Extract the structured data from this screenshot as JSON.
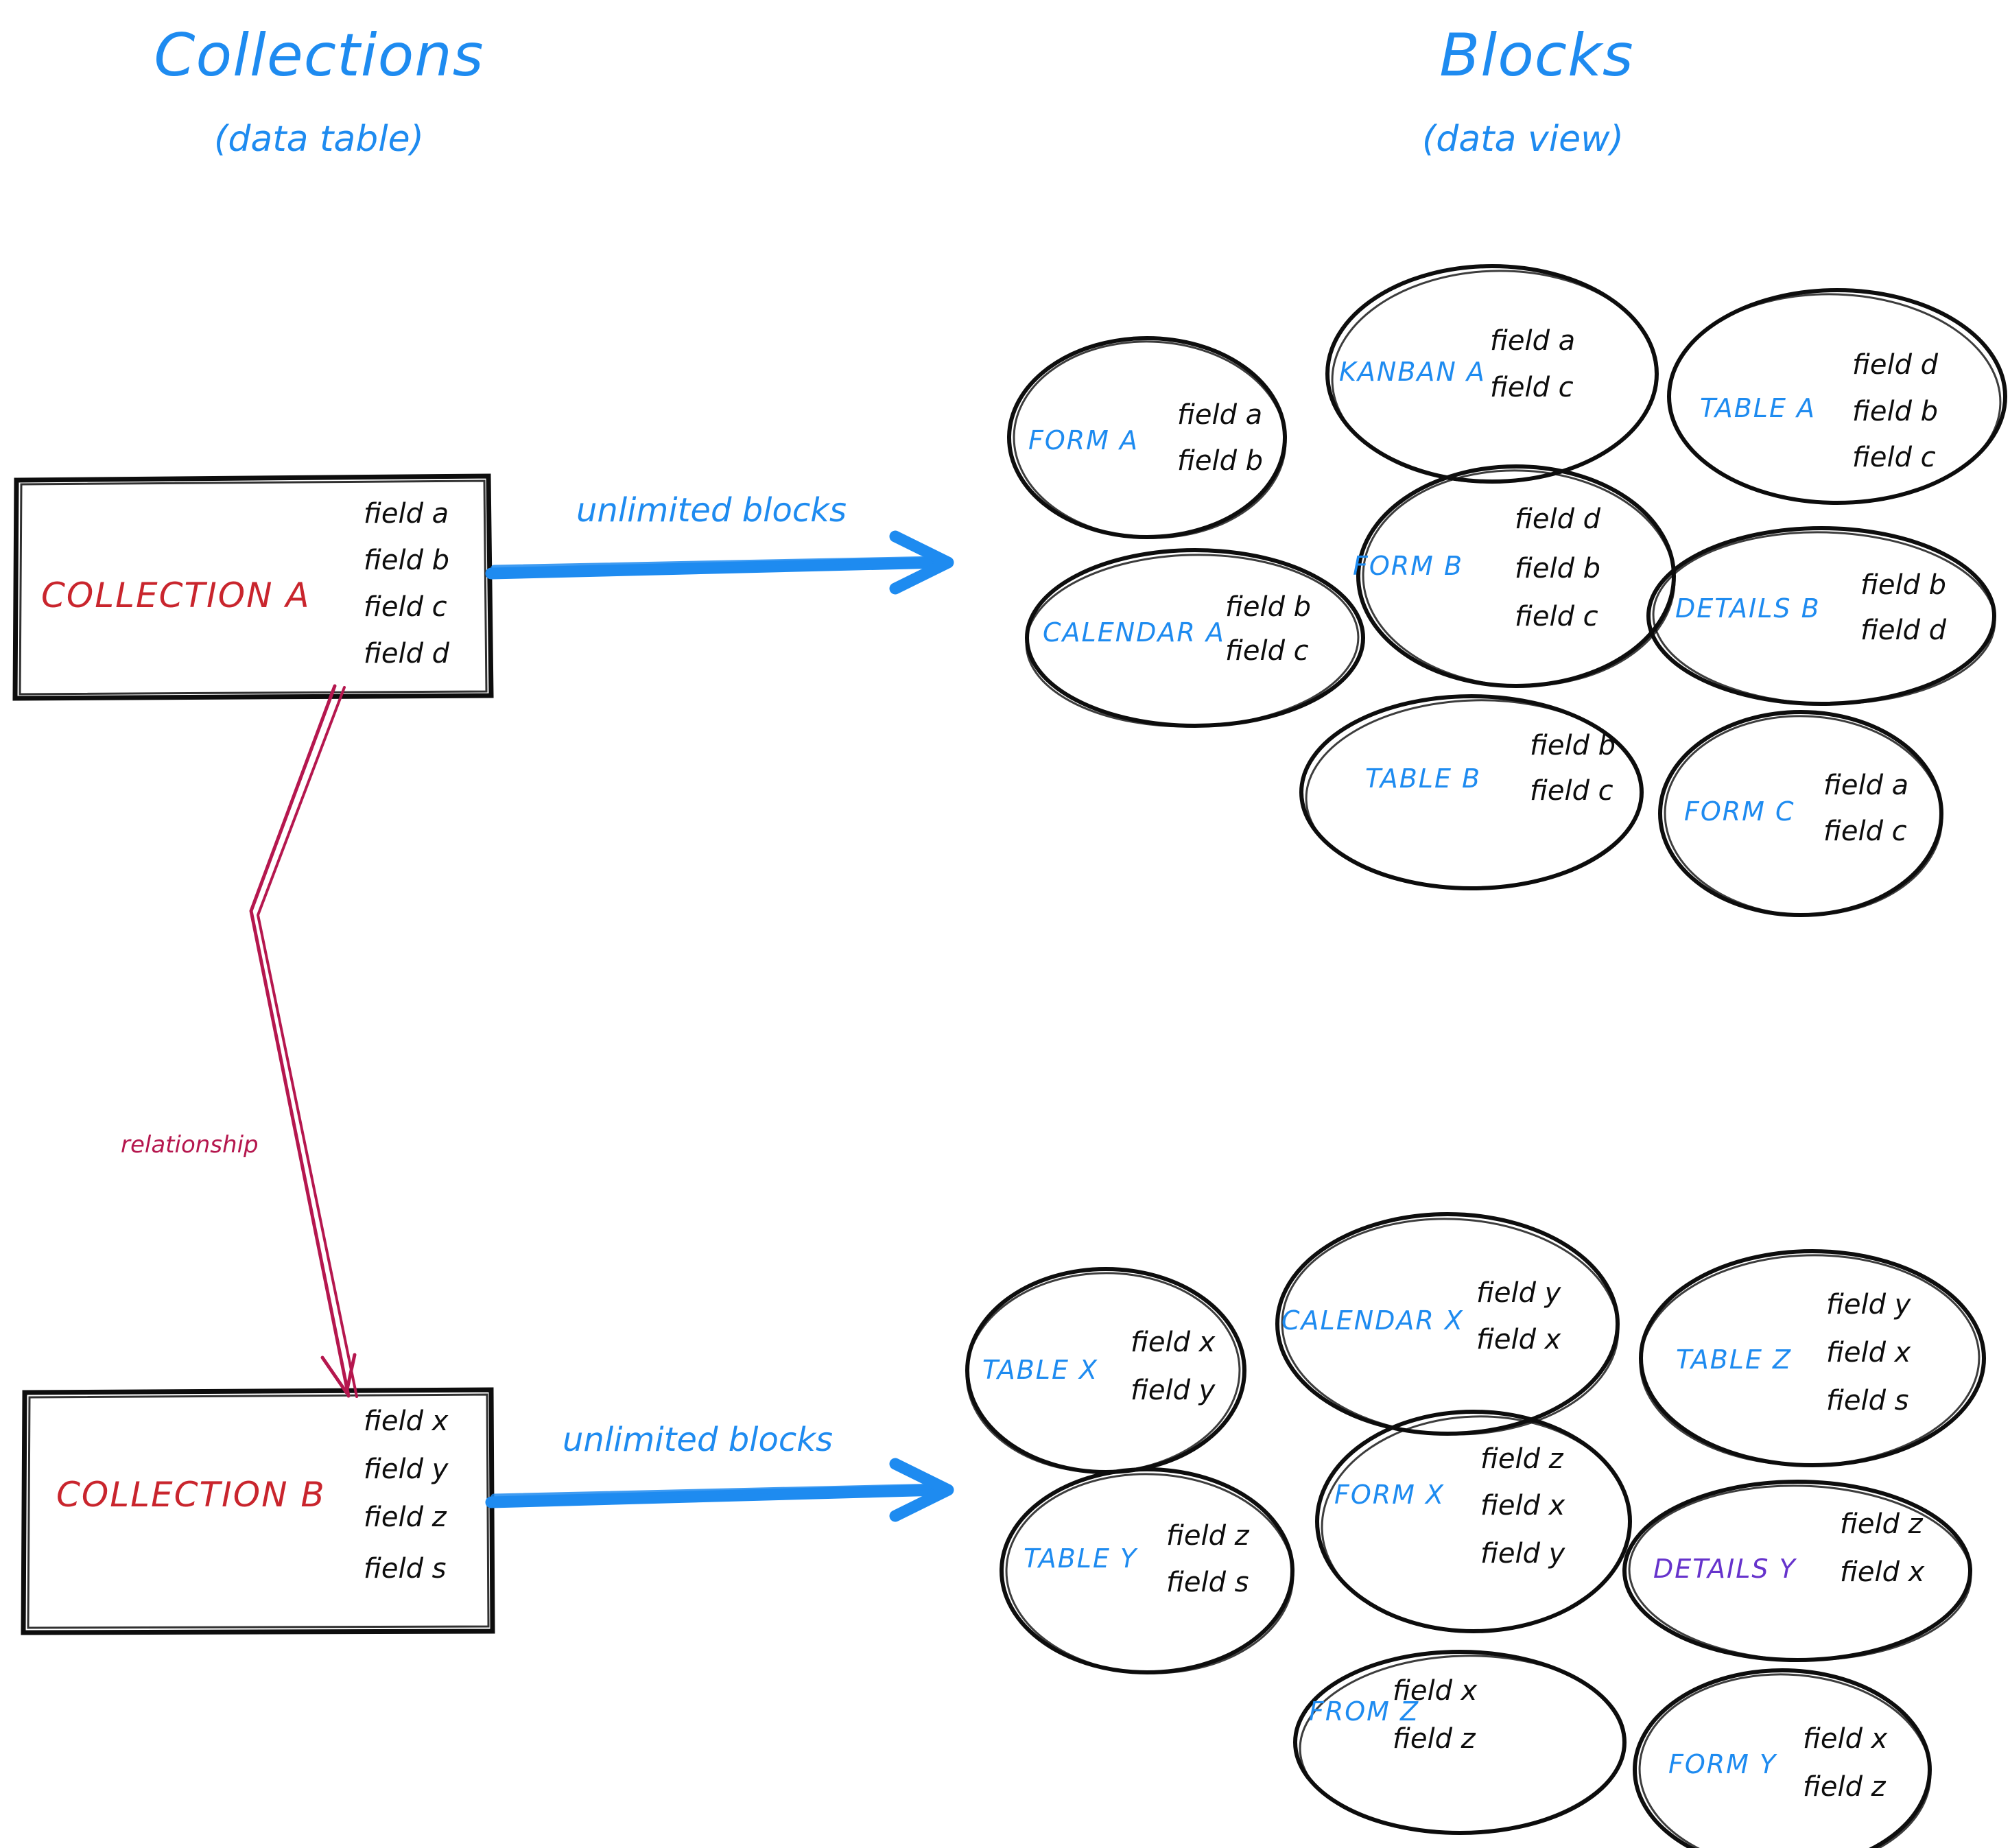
{
  "palette": {
    "blue": "#1e8bf0",
    "red": "#c9252d",
    "crimson": "#b5174e",
    "purple": "#6633cc",
    "ink": "#0d0d0d",
    "background": "#ffffff"
  },
  "headings": {
    "left": {
      "title": "Collections",
      "subtitle": "(data table)"
    },
    "right": {
      "title": "Blocks",
      "subtitle": "(data view)"
    }
  },
  "edges": {
    "top_arrow_label": "unlimited blocks",
    "bottom_arrow_label": "unlimited blocks",
    "relationship_label": "relationship"
  },
  "collections": [
    {
      "id": "collection-a",
      "name": "COLLECTION A",
      "fields": [
        "field a",
        "field b",
        "field c",
        "field d"
      ]
    },
    {
      "id": "collection-b",
      "name": "COLLECTION B",
      "fields": [
        "field x",
        "field y",
        "field z",
        "field s"
      ]
    }
  ],
  "block_groups": [
    {
      "id": "blocks-for-collection-a",
      "blocks": [
        {
          "id": "form-a",
          "name": "FORM A",
          "color": "blue",
          "fields": [
            "field a",
            "field b"
          ]
        },
        {
          "id": "kanban-a",
          "name": "KANBAN A",
          "color": "blue",
          "fields": [
            "field a",
            "field c"
          ]
        },
        {
          "id": "table-a",
          "name": "TABLE A",
          "color": "blue",
          "fields": [
            "field d",
            "field b",
            "field c"
          ]
        },
        {
          "id": "calendar-a",
          "name": "CALENDAR A",
          "color": "blue",
          "fields": [
            "field b",
            "field c"
          ]
        },
        {
          "id": "form-b",
          "name": "FORM B",
          "color": "blue",
          "fields": [
            "field d",
            "field b",
            "field c"
          ]
        },
        {
          "id": "details-b",
          "name": "DETAILS B",
          "color": "blue",
          "fields": [
            "field b",
            "field d"
          ]
        },
        {
          "id": "table-b",
          "name": "TABLE B",
          "color": "blue",
          "fields": [
            "field b",
            "field c"
          ]
        },
        {
          "id": "form-c",
          "name": "FORM C",
          "color": "blue",
          "fields": [
            "field a",
            "field c"
          ]
        }
      ]
    },
    {
      "id": "blocks-for-collection-b",
      "blocks": [
        {
          "id": "table-x",
          "name": "TABLE X",
          "color": "blue",
          "fields": [
            "field x",
            "field y"
          ]
        },
        {
          "id": "calendar-x",
          "name": "CALENDAR X",
          "color": "blue",
          "fields": [
            "field y",
            "field x"
          ]
        },
        {
          "id": "table-z",
          "name": "TABLE Z",
          "color": "blue",
          "fields": [
            "field y",
            "field x",
            "field s"
          ]
        },
        {
          "id": "table-y",
          "name": "TABLE Y",
          "color": "blue",
          "fields": [
            "field z",
            "field s"
          ]
        },
        {
          "id": "form-x",
          "name": "FORM X",
          "color": "blue",
          "fields": [
            "field z",
            "field x",
            "field y"
          ]
        },
        {
          "id": "details-y",
          "name": "DETAILS Y",
          "color": "purple",
          "fields": [
            "field z",
            "field x"
          ]
        },
        {
          "id": "from-z",
          "name": "FROM Z",
          "color": "blue",
          "fields": [
            "field x",
            "field z"
          ]
        },
        {
          "id": "form-y",
          "name": "FORM Y",
          "color": "blue",
          "fields": [
            "field x",
            "field z"
          ]
        }
      ]
    }
  ]
}
